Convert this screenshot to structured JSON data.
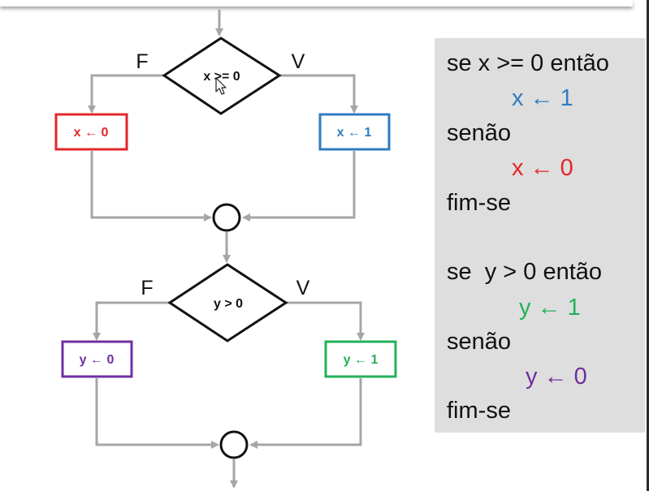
{
  "colors": {
    "line": "#a6a6a6",
    "red": "#e3262a",
    "blue": "#2e7bbf",
    "purple": "#7030a0",
    "green": "#22b15a",
    "black": "#111111",
    "panel": "#dedede"
  },
  "flowchart": {
    "block1": {
      "condition": "x >= 0",
      "false_label": "F",
      "true_label": "V",
      "false_box": "x ← 0",
      "true_box": "x ← 1"
    },
    "block2": {
      "condition": "y > 0",
      "false_label": "F",
      "true_label": "V",
      "false_box": "y ← 0",
      "true_box": "y ← 1"
    }
  },
  "pseudocode": {
    "lines": [
      "se x >= 0 então",
      "x ← 1",
      "senão",
      "x ← 0",
      "fim-se",
      "se  y > 0 então",
      "y ← 1",
      "senão",
      "y ← 0",
      "fim-se"
    ]
  },
  "cursor_icon": "mouse-pointer-icon"
}
